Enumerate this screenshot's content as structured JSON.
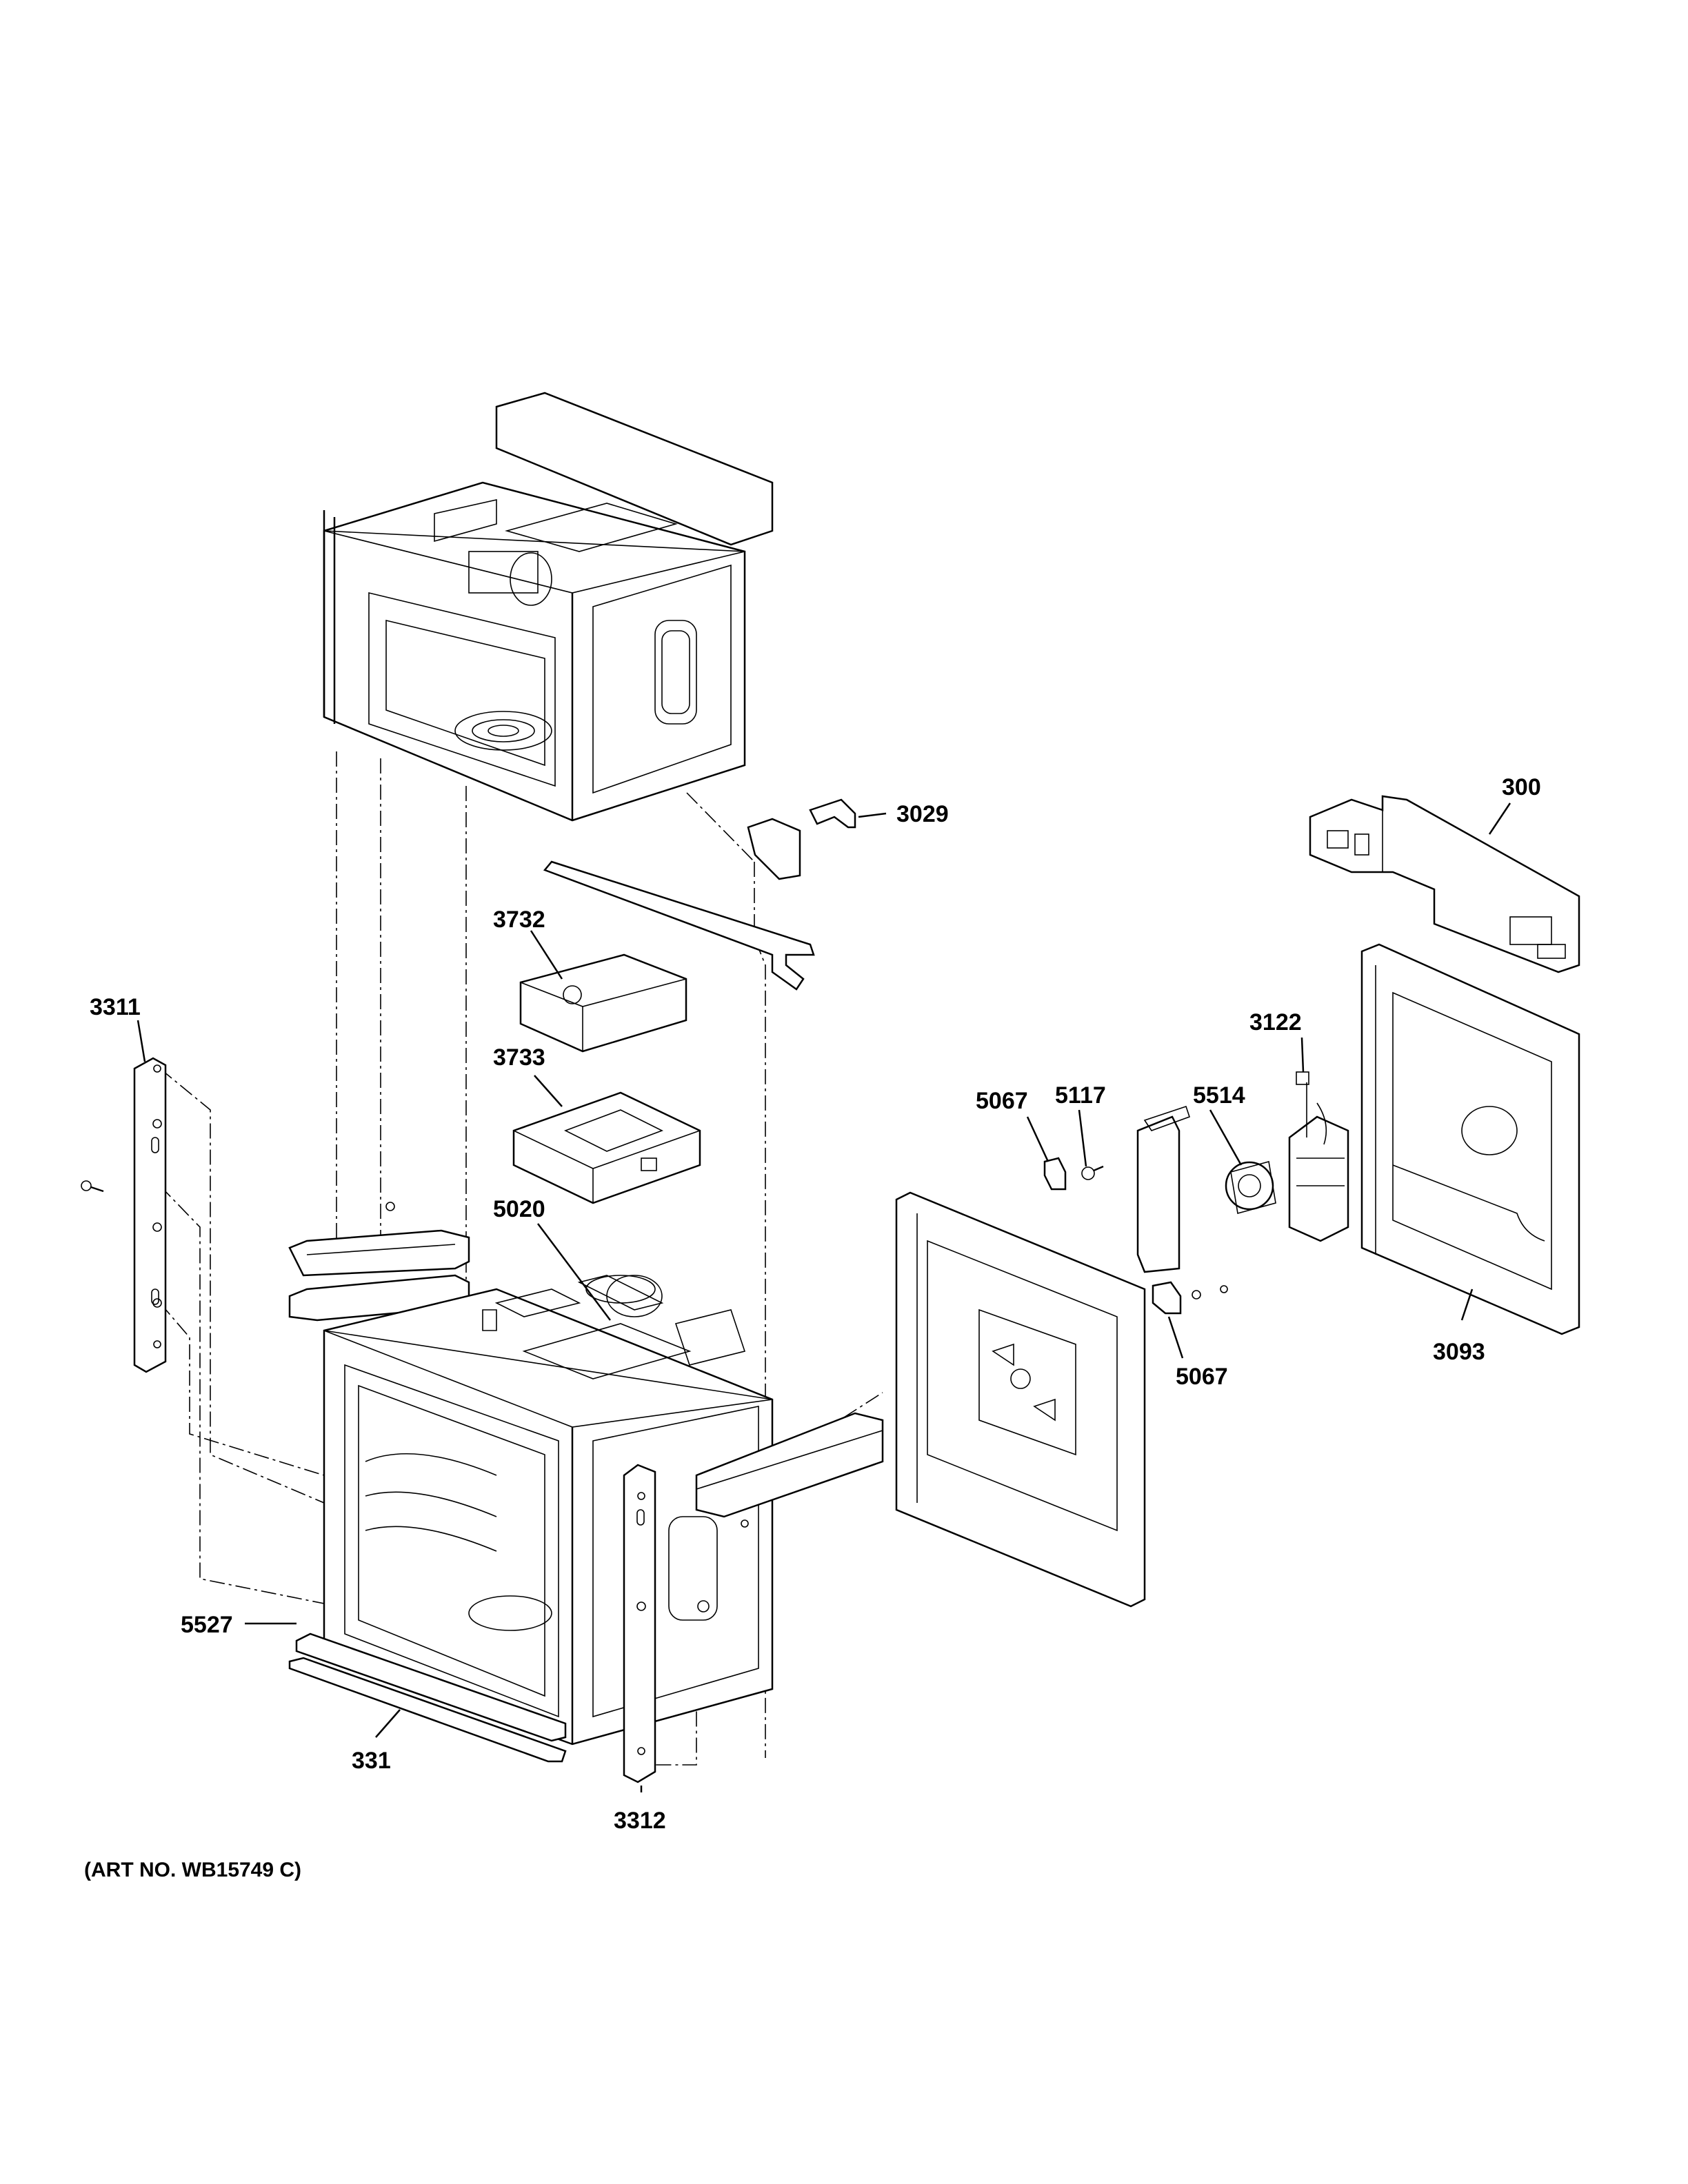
{
  "diagram": {
    "art_number": "(ART NO. WB15749 C)",
    "callouts": [
      {
        "id": "c-3029",
        "label": "3029"
      },
      {
        "id": "c-300",
        "label": "300"
      },
      {
        "id": "c-3732",
        "label": "3732"
      },
      {
        "id": "c-3311",
        "label": "3311"
      },
      {
        "id": "c-3733",
        "label": "3733"
      },
      {
        "id": "c-3122",
        "label": "3122"
      },
      {
        "id": "c-5067a",
        "label": "5067"
      },
      {
        "id": "c-5117",
        "label": "5117"
      },
      {
        "id": "c-5514",
        "label": "5514"
      },
      {
        "id": "c-5020",
        "label": "5020"
      },
      {
        "id": "c-5067b",
        "label": "5067"
      },
      {
        "id": "c-3093",
        "label": "3093"
      },
      {
        "id": "c-5527",
        "label": "5527"
      },
      {
        "id": "c-331",
        "label": "331"
      },
      {
        "id": "c-3312",
        "label": "3312"
      }
    ]
  }
}
